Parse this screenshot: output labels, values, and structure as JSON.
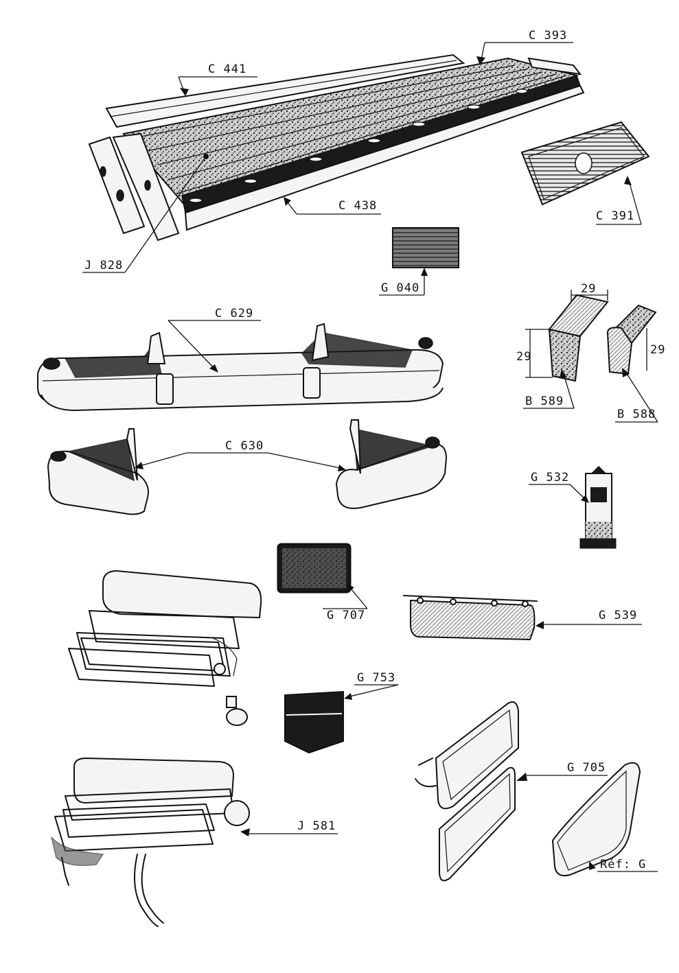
{
  "parts": {
    "c441": "C 441",
    "c393": "C 393",
    "c438": "C 438",
    "j828": "J 828",
    "c391": "C 391",
    "g040": "G 040",
    "c629": "C 629",
    "dim_top": "29",
    "dim_left": "29",
    "dim_right": "29",
    "b589": "B 589",
    "b588": "B 588",
    "c630": "C 630",
    "g532": "G 532",
    "g707": "G 707",
    "g539": "G 539",
    "g753": "G 753",
    "g705": "G 705",
    "j581": "J 581",
    "ref_g": "Réf: G"
  }
}
